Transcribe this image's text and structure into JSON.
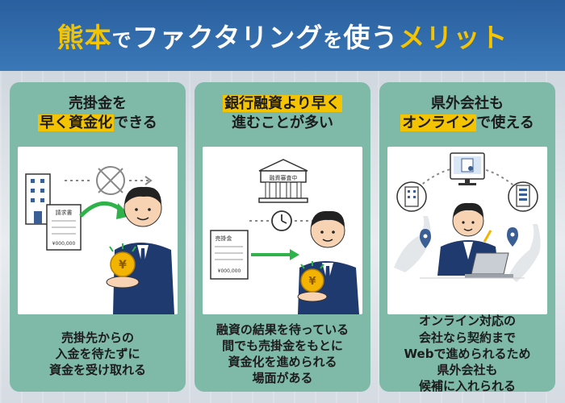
{
  "header": {
    "title_a": "熊本",
    "title_b": "で",
    "title_c": "ファクタリング",
    "title_d": "を",
    "title_e": "使う",
    "title_f": "メリット"
  },
  "cards": [
    {
      "head_line1": "売掛金を",
      "head_line2_hl": "早く資金化",
      "head_line2_rest": "できる",
      "doc_label": "請求書",
      "doc_amount": "¥000,000",
      "body_lines": [
        "売掛先からの",
        "入金を待たずに",
        "資金を受け取れる"
      ]
    },
    {
      "head_line1_hl": "銀行融資より早く",
      "head_line2": "進むことが多い",
      "bank_sign": "融資審査中",
      "doc_label": "売掛金",
      "doc_amount": "¥000,000",
      "body_lines": [
        "融資の結果を待っている",
        "間でも売掛金をもとに",
        "資金化を進められる",
        "場面がある"
      ]
    },
    {
      "head_line1": "県外会社も",
      "head_line2_hl": "オンライン",
      "head_line2_rest": "で使える",
      "body_lines": [
        "オンライン対応の",
        "会社なら契約まで",
        "Webで進められるため",
        "県外会社も",
        "候補に入れられる"
      ]
    }
  ],
  "colors": {
    "header_bg": "#2f6aa8",
    "accent_yellow": "#f5c400",
    "card_green": "#7fb9a8",
    "suit_navy": "#1f3a6e",
    "arrow_green": "#2fb24a",
    "coin_gold": "#f2b400"
  }
}
